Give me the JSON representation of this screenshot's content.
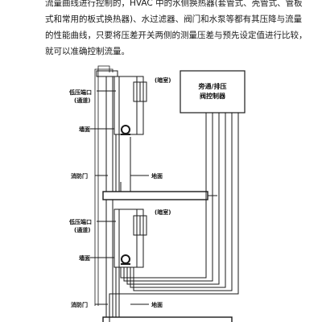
{
  "paragraph": {
    "lines": [
      "流量曲线进行控制的，HVAC 中的水侧换热器(套管式、壳管式、管板",
      "式和常用的板式换热器)、水过滤器、阀门和水泵等都有其压降与流量",
      "的性能曲线，只要将压差开关两侧的测量压差与预先设定值进行比较，",
      "就可以准确控制流量。"
    ]
  },
  "diagram": {
    "controller_line1": "旁通/排压",
    "controller_line2": "阀控制器",
    "upper": {
      "room": "(暗室)",
      "low_pressure_port_1": "低压端口",
      "low_pressure_port_2": "(通道)",
      "wall": "墙面",
      "fire_door": "消防门",
      "floor": "地面"
    },
    "lower": {
      "room": "(暗室)",
      "low_pressure_port_1": "低压端口",
      "low_pressure_port_2": "(通道)",
      "wall": "墙面",
      "fire_door": "消防门",
      "floor": "地面"
    }
  },
  "colors": {
    "stroke": "#1a1a1a",
    "pipe_fill": "#ffffff",
    "text": "#1a1a1a"
  }
}
